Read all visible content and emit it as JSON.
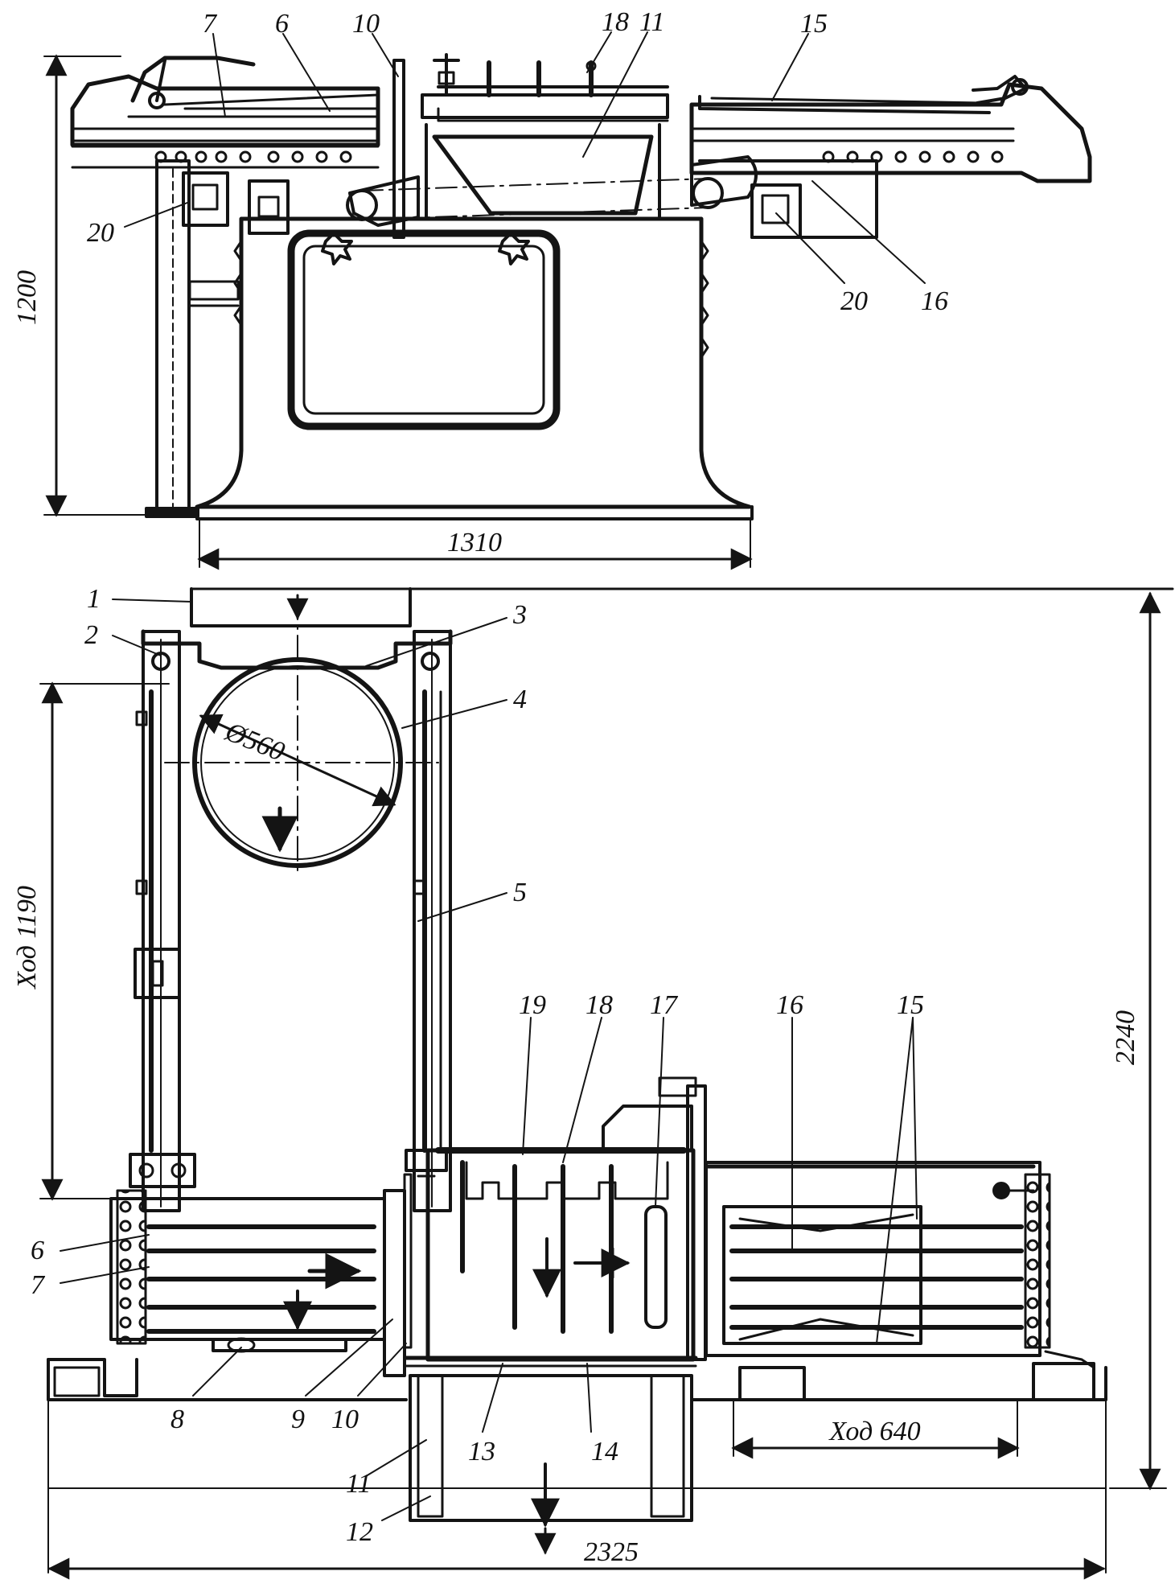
{
  "palette": {
    "ink": "#141414",
    "paper": "#ffffff"
  },
  "side_view": {
    "dimensions": {
      "height": "1200",
      "width": "1310"
    },
    "labels": [
      "7",
      "6",
      "10",
      "18",
      "11",
      "15",
      "20",
      "20",
      "16"
    ]
  },
  "plan_view": {
    "dimensions": {
      "diameter": "Ø560",
      "travel_vertical": "Ход 1190",
      "overall_height": "2240",
      "travel_horizontal": "Ход 640",
      "overall_width": "2325"
    },
    "labels": [
      "1",
      "2",
      "3",
      "4",
      "5",
      "19",
      "18",
      "17",
      "16",
      "15",
      "6",
      "7",
      "8",
      "9",
      "10",
      "11",
      "12",
      "13",
      "14"
    ]
  }
}
